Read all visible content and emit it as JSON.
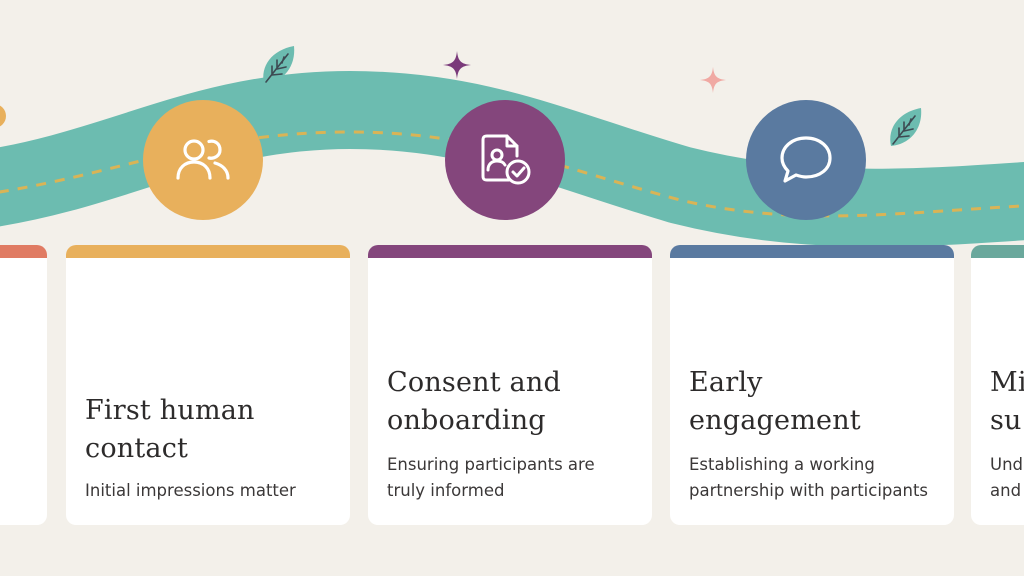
{
  "colors": {
    "background": "#f3f0ea",
    "path": "#6cbcb0",
    "dash": "#e5b34d",
    "orange": "#e8b05c",
    "purple": "#84467c",
    "blue": "#5a7aa0",
    "coral": "#e07b63",
    "teal_bar": "#6aa89c",
    "leaf": "#6cbcb0",
    "sparkle_purple": "#7a3a7a",
    "sparkle_pink": "#f0a9a3"
  },
  "stages": [
    {
      "id": "partial-left",
      "title": "",
      "description": "",
      "bar_color": "#e07b63",
      "icon": ""
    },
    {
      "id": "first-human-contact",
      "title": "First human contact",
      "title_lines": [
        "First human",
        "contact"
      ],
      "description_lines": [
        "Initial impressions matter"
      ],
      "bar_color": "#e8b05c",
      "icon": "users-icon"
    },
    {
      "id": "consent-onboarding",
      "title": "Consent and onboarding",
      "title_lines": [
        "Consent and",
        "onboarding"
      ],
      "description_lines": [
        "Ensuring participants are",
        "truly informed"
      ],
      "bar_color": "#84467c",
      "icon": "id-card-check-icon"
    },
    {
      "id": "early-engagement",
      "title": "Early engagement",
      "title_lines": [
        "Early",
        "engagement"
      ],
      "description_lines": [
        "Establishing a working",
        "partnership with participants"
      ],
      "bar_color": "#5a7aa0",
      "icon": "chat-bubble-icon"
    },
    {
      "id": "partial-right",
      "title_lines": [
        "Mi",
        "su"
      ],
      "description_lines": [
        "Und",
        "and"
      ],
      "bar_color": "#6aa89c",
      "icon": ""
    }
  ]
}
